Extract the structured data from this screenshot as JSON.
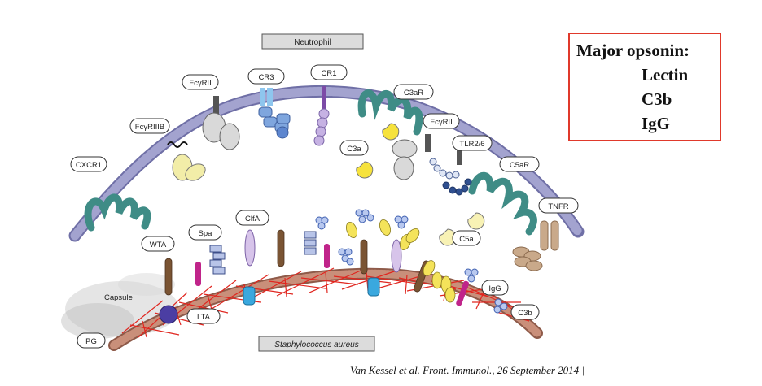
{
  "title_cell": "Neutrophil",
  "title_bacterium": "Staphylococcus aureus",
  "receptors": {
    "cxcr1": "CXCR1",
    "fcgriiib": "FcγRIIIB",
    "fcgrii_left": "FcγRII",
    "cr3": "CR3",
    "cr1": "CR1",
    "c3ar": "C3aR",
    "fcgrii_right": "FcγRII",
    "tlr26": "TLR2/6",
    "c5ar": "C5aR",
    "tnfr": "TNFR"
  },
  "ligands": {
    "c3a": "C3a",
    "c5a": "C5a",
    "igg": "IgG",
    "c3b": "C3b"
  },
  "bacterial": {
    "wta": "WTA",
    "spa": "Spa",
    "clfa": "ClfA",
    "capsule": "Capsule",
    "pg": "PG",
    "lta": "LTA"
  },
  "opsonin_box": {
    "heading": "Major opsonin:",
    "items": [
      "Lectin",
      "C3b",
      "IgG"
    ]
  },
  "citation": "Van Kessel et al. Front. Immunol., 26 September 2014 |",
  "colors": {
    "membrane": "#8f8fbf",
    "bacterial_wall": "#b5705a",
    "peptidoglycan_mesh": "#e0261f",
    "receptor_teal": "#3f8c86",
    "c3b_yellow": "#f4e35a",
    "igg_blue": "#4a6cc9",
    "border_red": "#e0392b"
  }
}
